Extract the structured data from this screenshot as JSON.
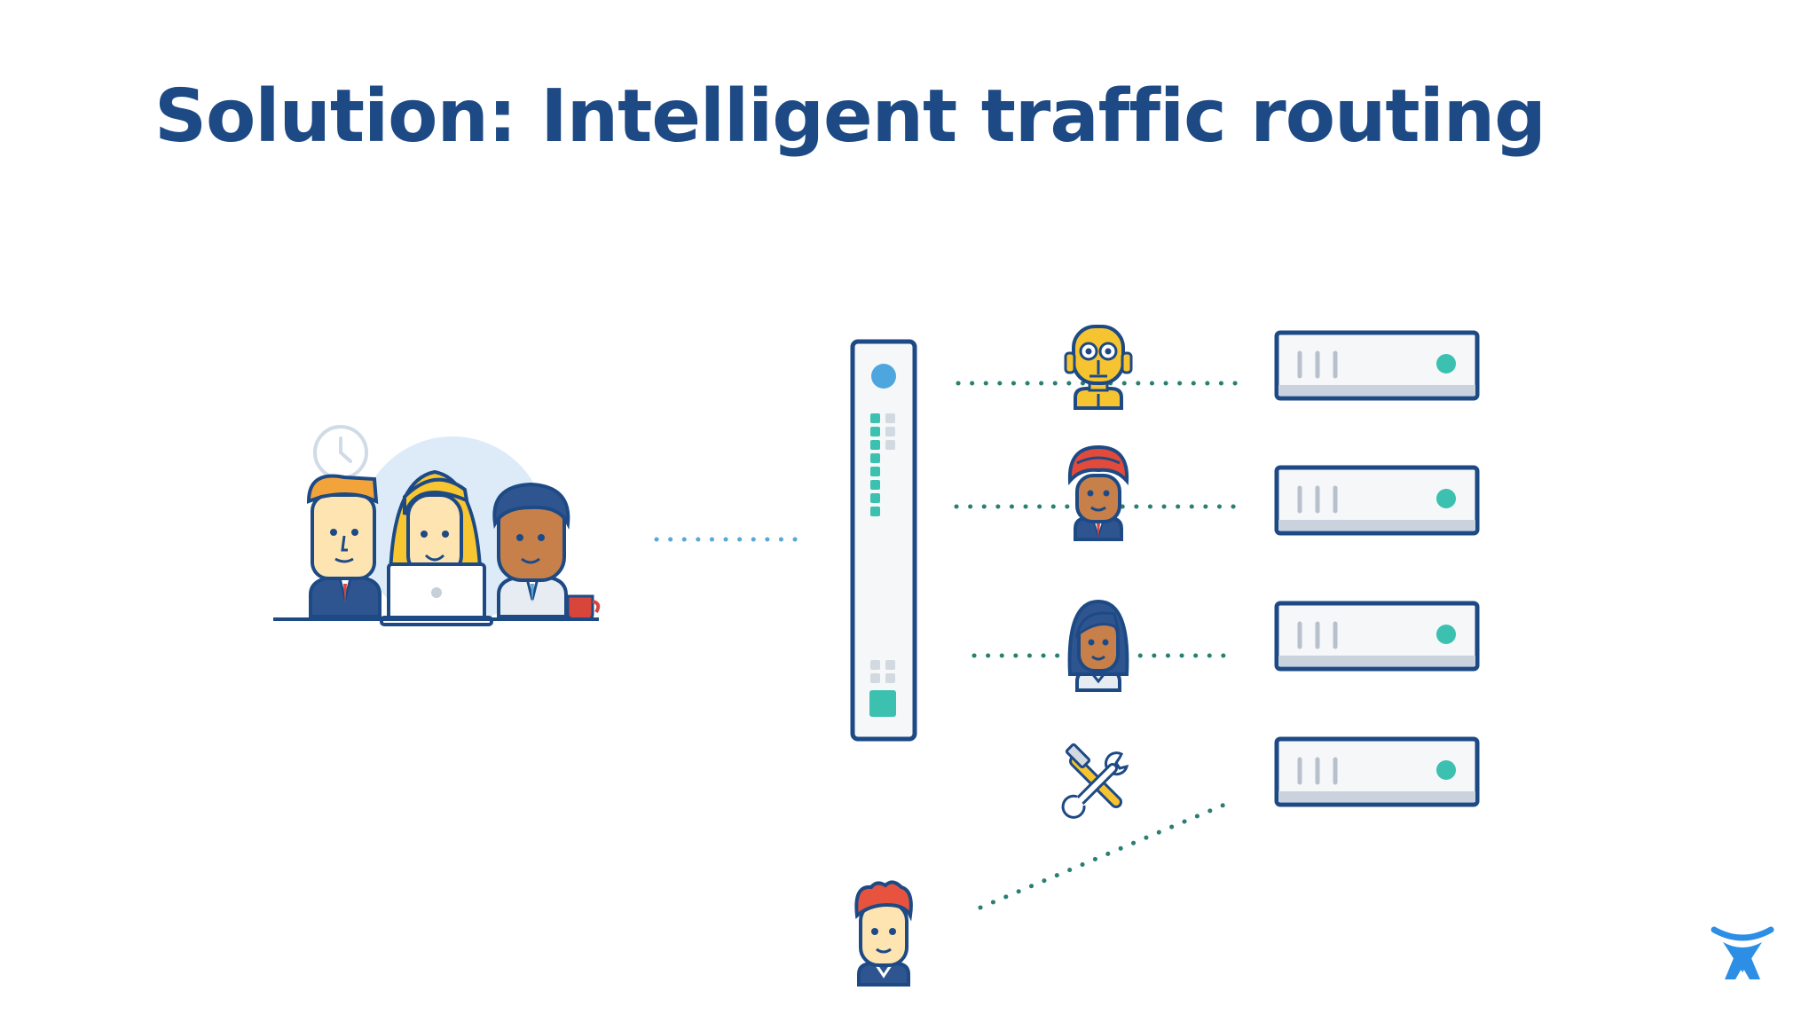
{
  "slide": {
    "title": "Solution: Intelligent traffic routing"
  },
  "colors": {
    "title": "#1d4a85",
    "outline": "#1d4a85",
    "teal_dots": "#2a7f72",
    "blue_dots": "#5aa8d6",
    "status_light": "#3cc0b0",
    "load_balancer_light": "#4ea6df",
    "skin_light": "#fde4b0",
    "skin_dark": "#c8804a",
    "hair_blonde": "#f7c630",
    "hair_orange": "#f2a43a",
    "hair_red": "#e7533e",
    "turban": "#e24b3b",
    "robot": "#f7c431",
    "suit": "#2f5590",
    "tie": "#d8453a",
    "brand_logo": "#2d8ee5"
  },
  "diagram": {
    "nodes": [
      {
        "id": "user-team",
        "icon": "team-of-users-at-laptop-icon"
      },
      {
        "id": "load-balancer",
        "icon": "load-balancer-icon"
      },
      {
        "id": "robot",
        "icon": "robot-crawler-icon"
      },
      {
        "id": "person-turban",
        "icon": "person-with-turban-icon"
      },
      {
        "id": "person-woman",
        "icon": "woman-user-icon"
      },
      {
        "id": "maintenance",
        "icon": "wrench-and-hammer-icon"
      },
      {
        "id": "person-redhead",
        "icon": "red-haired-user-icon"
      },
      {
        "id": "server-1",
        "icon": "server-icon"
      },
      {
        "id": "server-2",
        "icon": "server-icon"
      },
      {
        "id": "server-3",
        "icon": "server-icon"
      },
      {
        "id": "server-4",
        "icon": "server-icon"
      }
    ],
    "edges": [
      {
        "from": "user-team",
        "to": "load-balancer",
        "style": "dotted-blue"
      },
      {
        "from": "load-balancer",
        "to": "server-1",
        "via": "robot",
        "style": "dotted-teal"
      },
      {
        "from": "load-balancer",
        "to": "server-2",
        "via": "person-turban",
        "style": "dotted-teal"
      },
      {
        "from": "load-balancer",
        "to": "server-3",
        "via": "person-woman",
        "style": "dotted-teal"
      },
      {
        "from": "person-redhead",
        "to": "server-4",
        "style": "dotted-teal"
      }
    ],
    "note": ""
  },
  "logo": {
    "icon": "atlassian-logo-icon"
  }
}
